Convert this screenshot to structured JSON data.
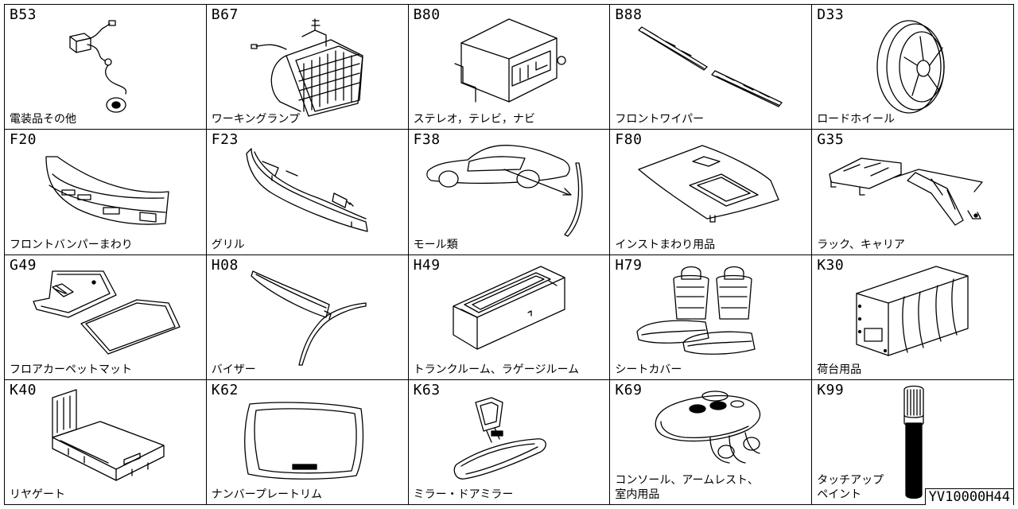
{
  "catalog": {
    "doc_id": "YV10000H44",
    "items": [
      {
        "code": "B53",
        "name": "電装品その他",
        "icon": "electrical-parts-icon"
      },
      {
        "code": "B67",
        "name": "ワーキングランプ",
        "icon": "working-lamp-icon"
      },
      {
        "code": "B80",
        "name": "ステレオ，テレビ，ナビ",
        "icon": "stereo-unit-icon"
      },
      {
        "code": "B88",
        "name": "フロントワイパー",
        "icon": "wiper-blade-icon"
      },
      {
        "code": "D33",
        "name": "ロードホイール",
        "icon": "road-wheel-icon"
      },
      {
        "code": "F20",
        "name": "フロントバンパーまわり",
        "icon": "front-bumper-icon"
      },
      {
        "code": "F23",
        "name": "グリル",
        "icon": "grille-icon"
      },
      {
        "code": "F38",
        "name": "モール類",
        "icon": "car-molding-icon"
      },
      {
        "code": "F80",
        "name": "インストまわり用品",
        "icon": "instrument-panel-icon"
      },
      {
        "code": "G35",
        "name": "ラック、キャリア",
        "icon": "roof-carrier-icon"
      },
      {
        "code": "G49",
        "name": "フロアカーペットマット",
        "icon": "floor-mat-icon"
      },
      {
        "code": "H08",
        "name": "バイザー",
        "icon": "visor-icon"
      },
      {
        "code": "H49",
        "name": "トランクルーム、ラゲージルーム",
        "icon": "trunk-box-icon"
      },
      {
        "code": "H79",
        "name": "シートカバー",
        "icon": "seat-cover-icon"
      },
      {
        "code": "K30",
        "name": "荷台用品",
        "icon": "cargo-cover-icon"
      },
      {
        "code": "K40",
        "name": "リヤゲート",
        "icon": "rear-gate-icon"
      },
      {
        "code": "K62",
        "name": "ナンバープレートリム",
        "icon": "license-plate-rim-icon"
      },
      {
        "code": "K63",
        "name": "ミラー・ドアミラー",
        "icon": "mirror-icon"
      },
      {
        "code": "K69",
        "name": "コンソール、アームレスト、\n室内用品",
        "icon": "console-icon"
      },
      {
        "code": "K99",
        "name": "タッチアップ\nペイント",
        "icon": "touch-up-paint-icon"
      }
    ]
  }
}
